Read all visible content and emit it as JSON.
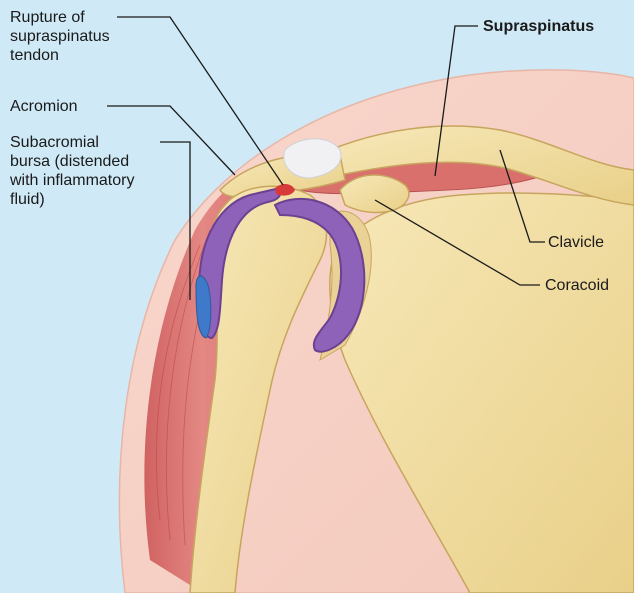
{
  "labels": {
    "rupture": "Rupture of\nsupraspinatus\ntendon",
    "acromion": "Acromion",
    "bursa": "Subacromial\nbursa (distended\nwith inflammatory\nfluid)",
    "supraspinatus": "Supraspinatus",
    "clavicle": "Clavicle",
    "coracoid": "Coracoid"
  },
  "colors": {
    "background": "#cfe9f6",
    "skin": "#f6d2c6",
    "bone": "#f2dfa4",
    "bone_shadow": "#d9bf78",
    "muscle": "#d86a6a",
    "bursa": "#8e62b8",
    "fluid": "#3f79c9",
    "tendon": "#efeff2"
  }
}
